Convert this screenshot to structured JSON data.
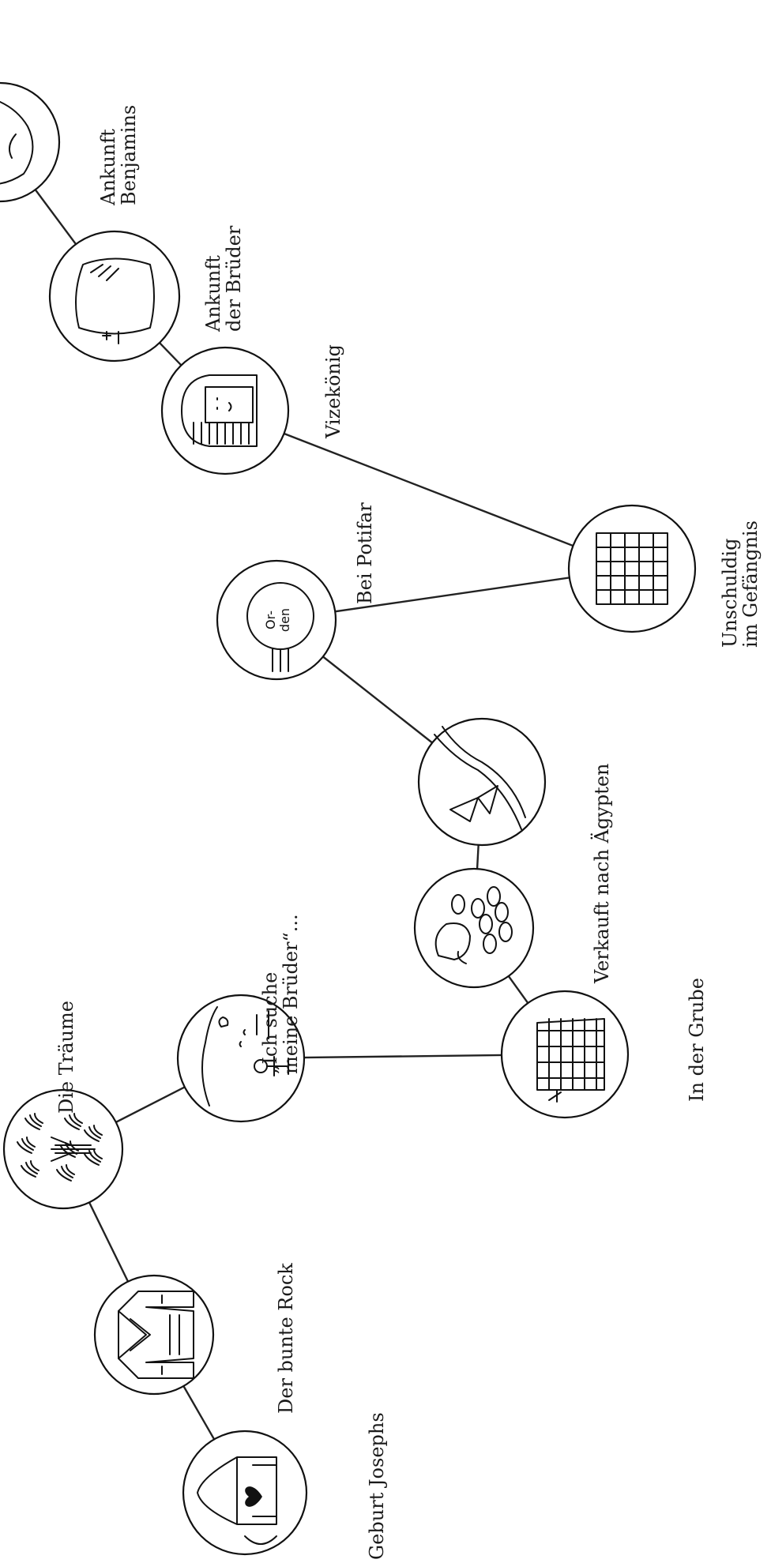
{
  "stations": [
    {
      "id": "geburt",
      "lines": [
        "Geburt Josephs"
      ],
      "icon": "tent-icon"
    },
    {
      "id": "rock",
      "lines": [
        "Der bunte Rock"
      ],
      "icon": "coat-icon"
    },
    {
      "id": "traeume",
      "lines": [
        "Die Träume"
      ],
      "icon": "sheaves-icon"
    },
    {
      "id": "suche",
      "lines": [
        "„Ich suche",
        "meine Brüder“..."
      ],
      "icon": "shepherd-icon"
    },
    {
      "id": "grube",
      "lines": [
        "In der Grube"
      ],
      "icon": "well-icon"
    },
    {
      "id": "verkauft",
      "lines": [
        "Verkauft nach Ägypten"
      ],
      "icon": "coins-icon"
    },
    {
      "id": "route",
      "lines": [],
      "icon": "pyramids-icon"
    },
    {
      "id": "potifar",
      "lines": [
        "Bei Potifar"
      ],
      "icon": "medal-icon",
      "icon_text": [
        "Or-",
        "den"
      ]
    },
    {
      "id": "gefaengnis",
      "lines": [
        "Unschuldig",
        "im Gefängnis"
      ],
      "icon": "prison-bars-icon"
    },
    {
      "id": "vizekoenig",
      "lines": [
        "Vizekönig"
      ],
      "icon": "pharaoh-icon"
    },
    {
      "id": "brueder",
      "lines": [
        "Ankunft",
        "der Brüder"
      ],
      "icon": "sack-icon"
    },
    {
      "id": "benjamin",
      "lines": [
        "Ankunft",
        "Benjamins"
      ],
      "icon": "map-icon"
    }
  ],
  "connections": [
    [
      "geburt",
      "rock"
    ],
    [
      "rock",
      "traeume"
    ],
    [
      "traeume",
      "suche"
    ],
    [
      "suche",
      "grube"
    ],
    [
      "grube",
      "verkauft"
    ],
    [
      "verkauft",
      "route"
    ],
    [
      "route",
      "potifar"
    ],
    [
      "potifar",
      "gefaengnis"
    ],
    [
      "gefaengnis",
      "vizekoenig"
    ],
    [
      "vizekoenig",
      "brueder"
    ],
    [
      "brueder",
      "benjamin"
    ]
  ]
}
